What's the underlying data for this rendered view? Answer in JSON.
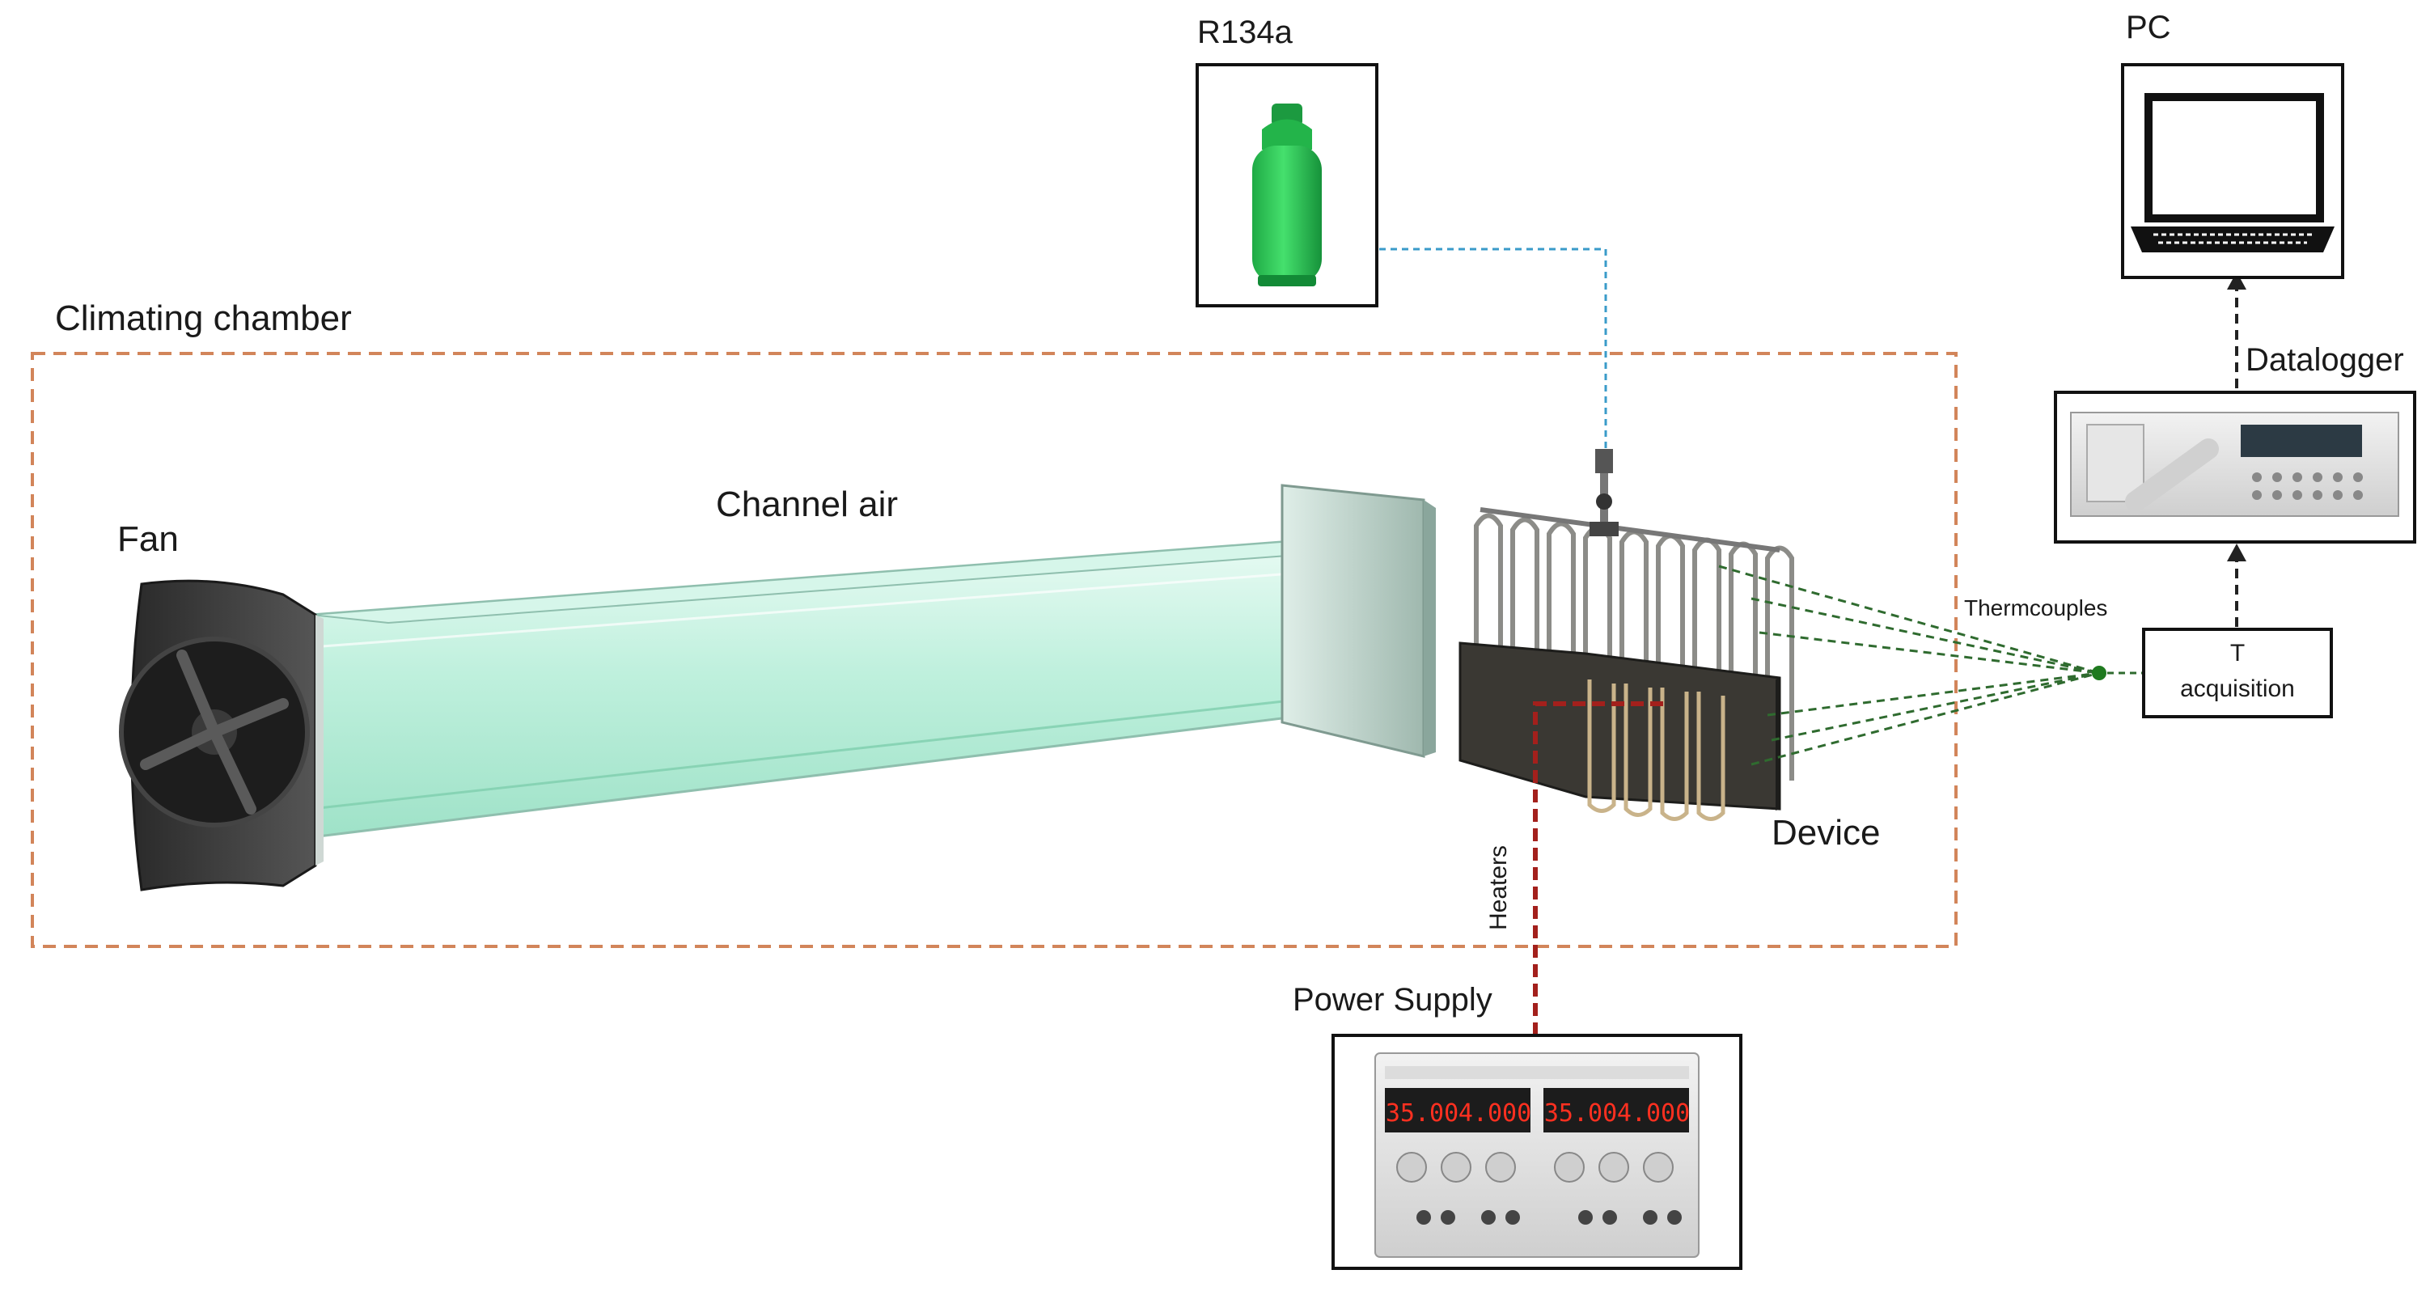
{
  "labels": {
    "climating_chamber": "Climating chamber",
    "fan": "Fan",
    "channel_air": "Channel air",
    "r134a": "R134a",
    "pc": "PC",
    "datalogger": "Datalogger",
    "thermocouples": "Thermcouples",
    "t_acquisition_line1": "T",
    "t_acquisition_line2": "acquisition",
    "device": "Device",
    "heaters": "Heaters",
    "power_supply": "Power Supply"
  },
  "power_supply_display": {
    "left_voltage": "35.00",
    "left_current": "4.000",
    "right_voltage": "35.00",
    "right_current": "4.000"
  },
  "colors": {
    "chamber_border": "#d2855a",
    "refrigerant_line": "#3a9bc9",
    "heater_line": "#a3201c",
    "thermocouple_line": "#2f6b2f",
    "signal_line": "#222222",
    "channel_fill": "#bff0dd",
    "cylinder_green": "#2ecc55",
    "device_body": "#3a3833",
    "display_digits": "#ff3020"
  }
}
